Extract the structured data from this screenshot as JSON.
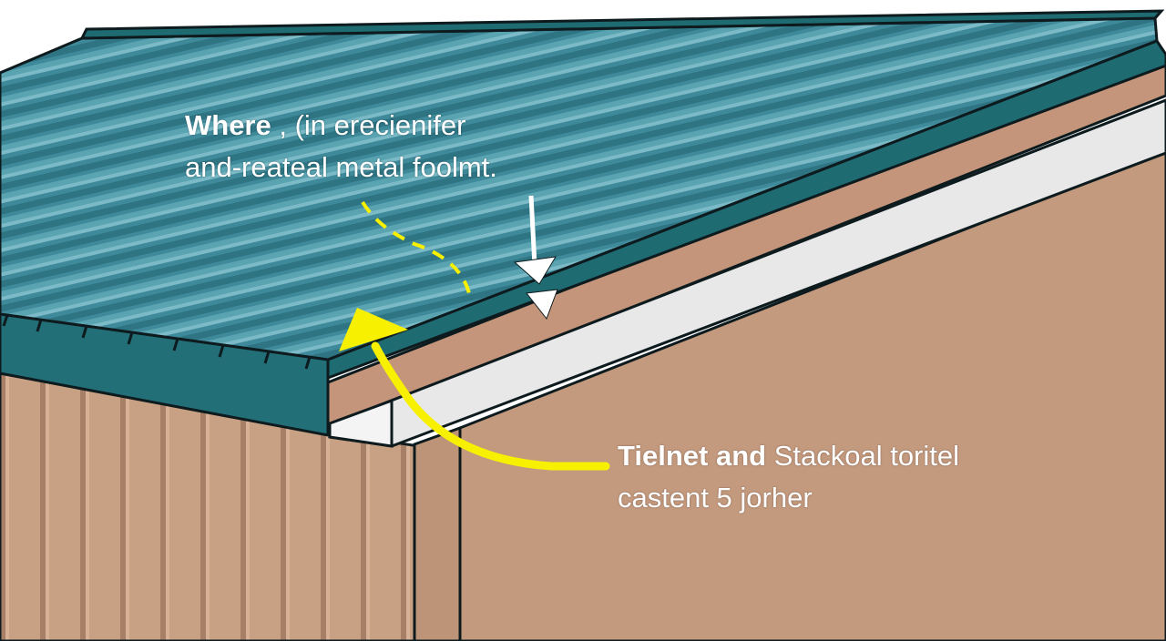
{
  "callouts": {
    "top": {
      "line1_bold": "Where",
      "line1_rest": " , (in erecienifer",
      "line2": "and-reateal metal foolmt."
    },
    "bottom": {
      "line1_bold": "Tielnet and",
      "line1_rest": " Stackoal toritel",
      "line2": "castent 5 jorher"
    }
  },
  "colors": {
    "roof_panel": "#3f8a9a",
    "roof_trim": "#1f6b72",
    "wall": "#c49a7e",
    "wall_dark": "#b88f73",
    "gutter": "#e6e6e6",
    "outline": "#0e1b1e",
    "arrow_yellow": "#f7f000",
    "arrow_white": "#ffffff"
  },
  "icons": {
    "white_arrow": "arrow-down-icon",
    "yellow_arrow": "curved-arrow-icon",
    "dashed_guide": "dashed-line-icon"
  }
}
